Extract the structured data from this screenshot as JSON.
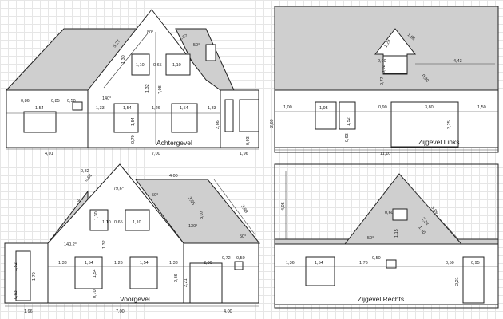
{
  "titles": {
    "achtergevel": "Achtergevel",
    "zijgevel_links": "Zijgevel Links",
    "voorgevel": "Voorgevel",
    "zijgevel_rechts": "Zijgevel Rechts"
  },
  "achtergevel": {
    "angle_top": "80°",
    "angle_dormer": "50°",
    "angle_eave": "140°",
    "dims": [
      "5,27",
      "1,67",
      "1,30",
      "1,10",
      "0,65",
      "1,10",
      "1,32",
      "7,08",
      "0,86",
      "0,85",
      "0,50",
      "1,54",
      "1,33",
      "1,54",
      "1,26",
      "1,54",
      "1,33",
      "2,86",
      "2,69",
      "1,54",
      "0,70",
      "0,93",
      "4,01",
      "7,00",
      "1,96"
    ]
  },
  "zijgevel_links": {
    "dims": [
      "1,24",
      "1,06",
      "2,00",
      "0,92",
      "0,77",
      "0,99",
      "4,43",
      "1,00",
      "1,95",
      "0,90",
      "3,80",
      "1,50",
      "1,52",
      "2,25",
      "0,93",
      "11,10"
    ]
  },
  "voorgevel": {
    "angle_top": "79,6°",
    "angle_left": "50°",
    "angle_mid": "50°",
    "angle_eave": "140,2°",
    "angle_ridge": "130°",
    "angle_right": "50°",
    "dims": [
      "0,82",
      "0,64",
      "4,00",
      "3,05",
      "3,07",
      "3,99",
      "1,30",
      "0,65",
      "1,10",
      "1,10",
      "1,32",
      "1,52",
      "1,70",
      "1,33",
      "1,54",
      "1,26",
      "1,54",
      "1,33",
      "2,00",
      "0,72",
      "0,50",
      "2,86",
      "2,21",
      "1,54",
      "0,70",
      "0,93",
      "1,96",
      "7,00",
      "4,00"
    ]
  },
  "zijgevel_rechts": {
    "angle": "50°",
    "dims": [
      "4,05",
      "0,60",
      "3,89",
      "2,38",
      "1,40",
      "1,15",
      "1,36",
      "1,54",
      "1,76",
      "0,50",
      "0,50",
      "0,95",
      "2,21"
    ]
  }
}
